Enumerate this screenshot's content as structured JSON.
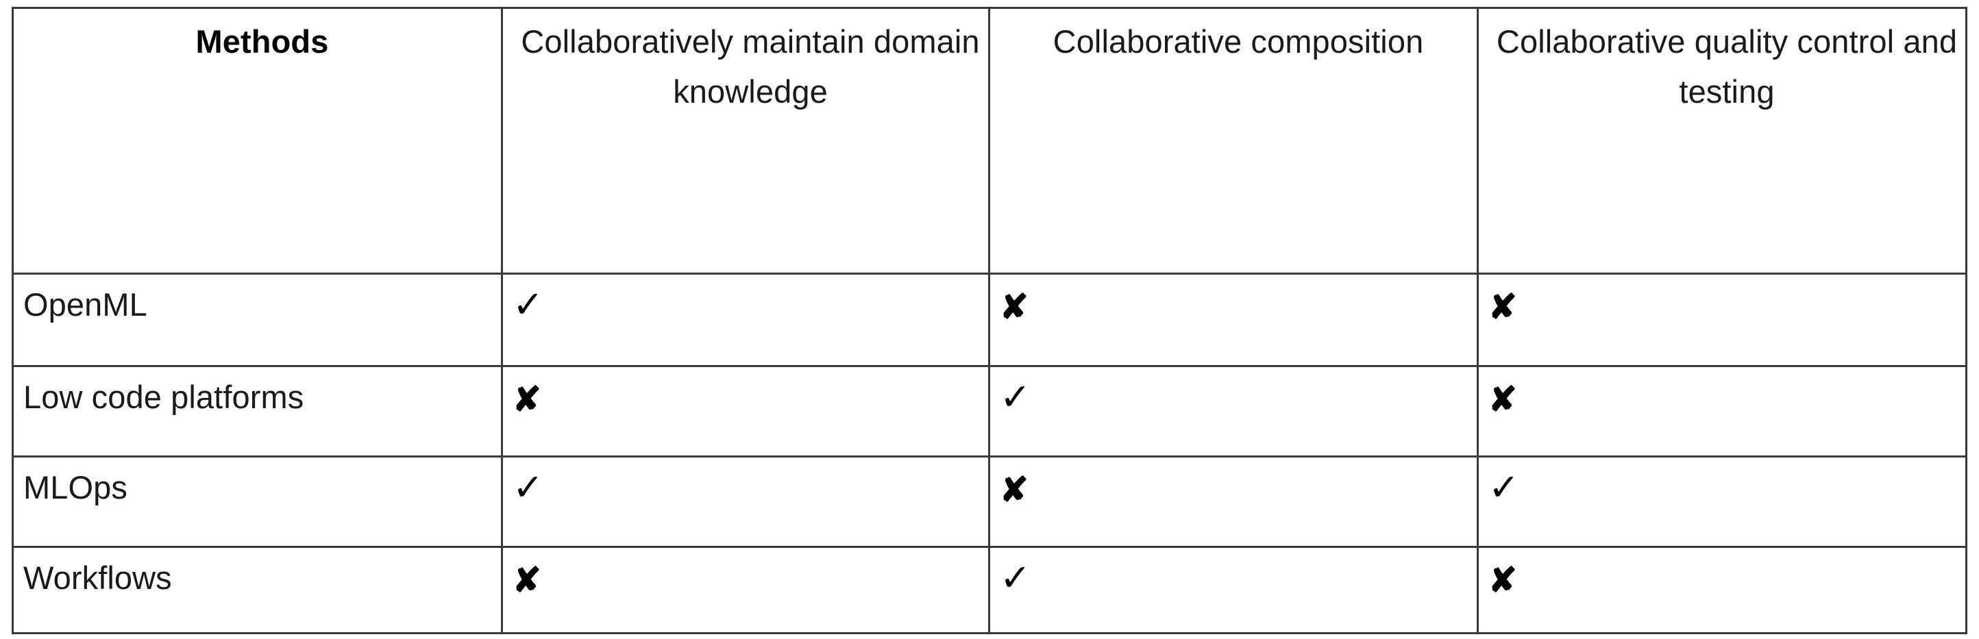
{
  "table": {
    "columns": [
      {
        "key": "methods",
        "label": "Methods",
        "bold": true
      },
      {
        "key": "domain_knowledge",
        "label": "Collaboratively maintain domain knowledge",
        "bold": false
      },
      {
        "key": "composition",
        "label": "Collaborative composition",
        "bold": false
      },
      {
        "key": "quality_control",
        "label": "Collaborative quality control and testing",
        "bold": false
      }
    ],
    "marks": {
      "yes": "✓",
      "no": "✘"
    },
    "rows": [
      {
        "method": "OpenML",
        "domain_knowledge": "yes",
        "composition": "no",
        "quality_control": "no",
        "domain_knowledge_glyph": "✓",
        "composition_glyph": "✘",
        "quality_control_glyph": "✘"
      },
      {
        "method": "Low code platforms",
        "domain_knowledge": "no",
        "composition": "yes",
        "quality_control": "no",
        "domain_knowledge_glyph": "✘",
        "composition_glyph": "✓",
        "quality_control_glyph": "✘"
      },
      {
        "method": "MLOps",
        "domain_knowledge": "yes",
        "composition": "no",
        "quality_control": "yes",
        "domain_knowledge_glyph": "✓",
        "composition_glyph": "✘",
        "quality_control_glyph": "✓"
      },
      {
        "method": "Workflows",
        "domain_knowledge": "no",
        "composition": "yes",
        "quality_control": "no",
        "domain_knowledge_glyph": "✘",
        "composition_glyph": "✓",
        "quality_control_glyph": "✘"
      }
    ]
  },
  "colors": {
    "border": "#3a3a3a",
    "text": "#1a1a1a",
    "background": "#ffffff"
  }
}
